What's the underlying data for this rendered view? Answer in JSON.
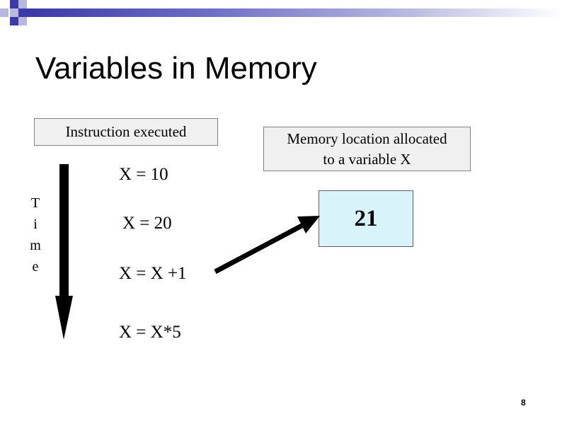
{
  "title": "Variables in Memory",
  "instruction_header": "Instruction executed",
  "memory_header_line1": "Memory location allocated",
  "memory_header_line2": "to a variable X",
  "memory_value": "21",
  "time_letters": [
    "T",
    "i",
    "m",
    "e"
  ],
  "instructions": [
    "X = 10",
    "X = 20",
    "X = X +1",
    "X = X*5"
  ],
  "page_number": "8",
  "colors": {
    "header_gradient_start": "#3a3aa8",
    "square_dark": "#3a3aa8",
    "square_light": "#b7b7e0",
    "value_box_fill": "#d9f3fb",
    "label_box_fill": "#f0f0f0"
  }
}
